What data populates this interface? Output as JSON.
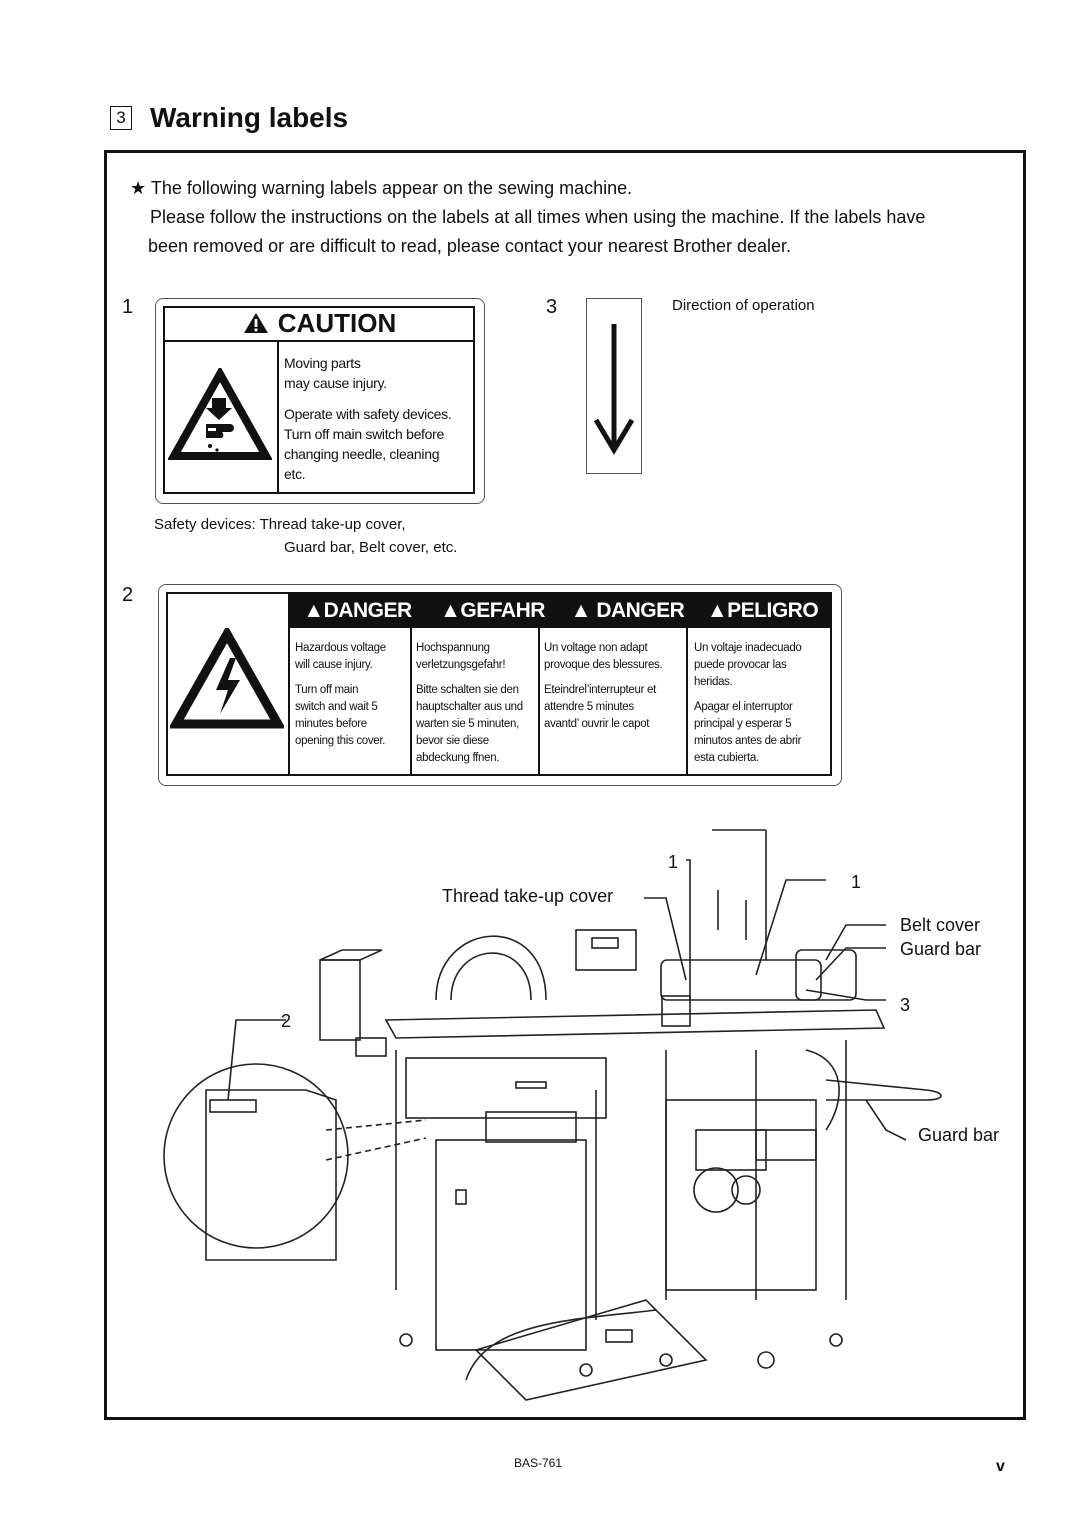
{
  "section": {
    "number": "3",
    "title": "Warning labels"
  },
  "intro": {
    "star": "★",
    "line1": "The following warning labels appear on the sewing machine.",
    "line2": "Please follow the instructions on the labels at all times when using the machine. If the labels have",
    "line3": "been removed or are difficult to read, please contact your nearest Brother dealer."
  },
  "label1": {
    "number": "1",
    "header": "CAUTION",
    "text_a1": "Moving parts",
    "text_a2": "may cause injury.",
    "text_b1": "Operate with safety devices.",
    "text_b2": "Turn off main switch before",
    "text_b3": "changing needle, cleaning",
    "text_b4": "etc.",
    "note1": "Safety devices: Thread take-up cover,",
    "note2": "Guard bar, Belt cover, etc."
  },
  "label3": {
    "number": "3",
    "caption": "Direction of operation"
  },
  "label2": {
    "number": "2",
    "columns": [
      {
        "header": "DANGER",
        "lines": [
          "Hazardous voltage",
          "will cause injury.",
          "",
          "Turn off main",
          "switch and wait 5",
          "minutes before",
          "opening this cover."
        ]
      },
      {
        "header": "GEFAHR",
        "lines": [
          "Hochspannung",
          "verletzungsgefahr!",
          "",
          "Bitte schalten sie den",
          "hauptschalter aus und",
          "warten sie 5 minuten,",
          "bevor sie diese",
          "abdeckung  ffnen."
        ]
      },
      {
        "header": "DANGER",
        "lines": [
          "Un voltage non adapt",
          "provoque des blessures.",
          "",
          "Eteindrel’interrupteur et",
          "attendre 5 minutes",
          "avantd’ ouvrir le capot"
        ]
      },
      {
        "header": "PELIGRO",
        "lines": [
          "Un voltaje inadecuado",
          "puede provocar las",
          "heridas.",
          "",
          "Apagar el interruptor",
          "principal y esperar 5",
          "minutos antes de abrir",
          "esta cubierta."
        ]
      }
    ]
  },
  "diagram": {
    "callout_1a": "1",
    "callout_1b": "1",
    "callout_2": "2",
    "callout_3": "3",
    "thread_cover": "Thread take-up cover",
    "belt_cover": "Belt cover",
    "guard_bar_top": "Guard bar",
    "guard_bar_bottom": "Guard bar"
  },
  "footer": {
    "model": "BAS-761",
    "page": "v"
  }
}
